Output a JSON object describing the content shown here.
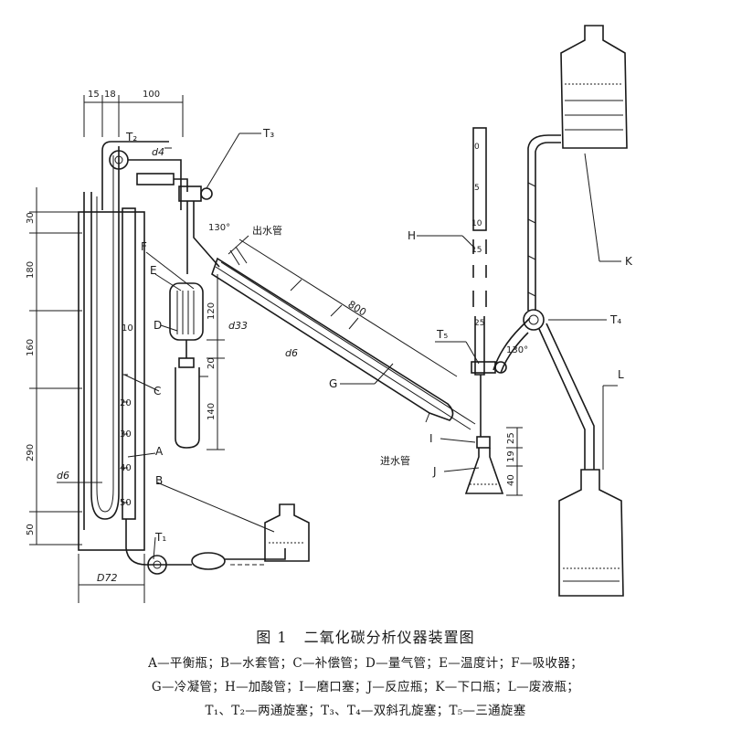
{
  "figure": {
    "labels": {
      "A": "A",
      "B": "B",
      "C": "C",
      "D": "D",
      "E": "E",
      "F": "F",
      "G": "G",
      "H": "H",
      "I": "I",
      "J": "J",
      "K": "K",
      "L": "L",
      "T1": "T₁",
      "T2": "T₂",
      "T3": "T₃",
      "T4": "T₄",
      "T5": "T₅"
    },
    "annotations": {
      "outlet": "出水管",
      "inlet": "进水管",
      "angle_left": "130°",
      "angle_right": "130°"
    },
    "dimensions": {
      "top_15": "15",
      "top_18": "18",
      "top_100": "100",
      "left_30": "30",
      "left_180": "180",
      "left_160": "160",
      "left_290": "290",
      "left_50": "50",
      "d4": "d4",
      "d33": "d33",
      "d6_condenser": "d6",
      "d6_left": "d6",
      "d72": "D72",
      "len_800": "800",
      "v120": "120",
      "v20": "20",
      "v140": "140",
      "r25": "25",
      "r19": "19",
      "r40": "40"
    },
    "scale_c": [
      "10",
      "20",
      "30",
      "40",
      "50"
    ],
    "scale_h": [
      "0",
      "5",
      "10",
      "15",
      "25"
    ]
  },
  "caption": {
    "fig_no": "图 1",
    "title": "二氧化碳分析仪器装置图",
    "line1": "A—平衡瓶；B—水套管；C—补偿管；D—量气管；E—温度计；F—吸收器；",
    "line2": "G—冷凝管；H—加酸管；I—磨口塞；J—反应瓶；K—下口瓶；L—废液瓶；",
    "line3": "T₁、T₂—两通旋塞；T₃、T₄—双斜孔旋塞；T₅—三通旋塞"
  }
}
